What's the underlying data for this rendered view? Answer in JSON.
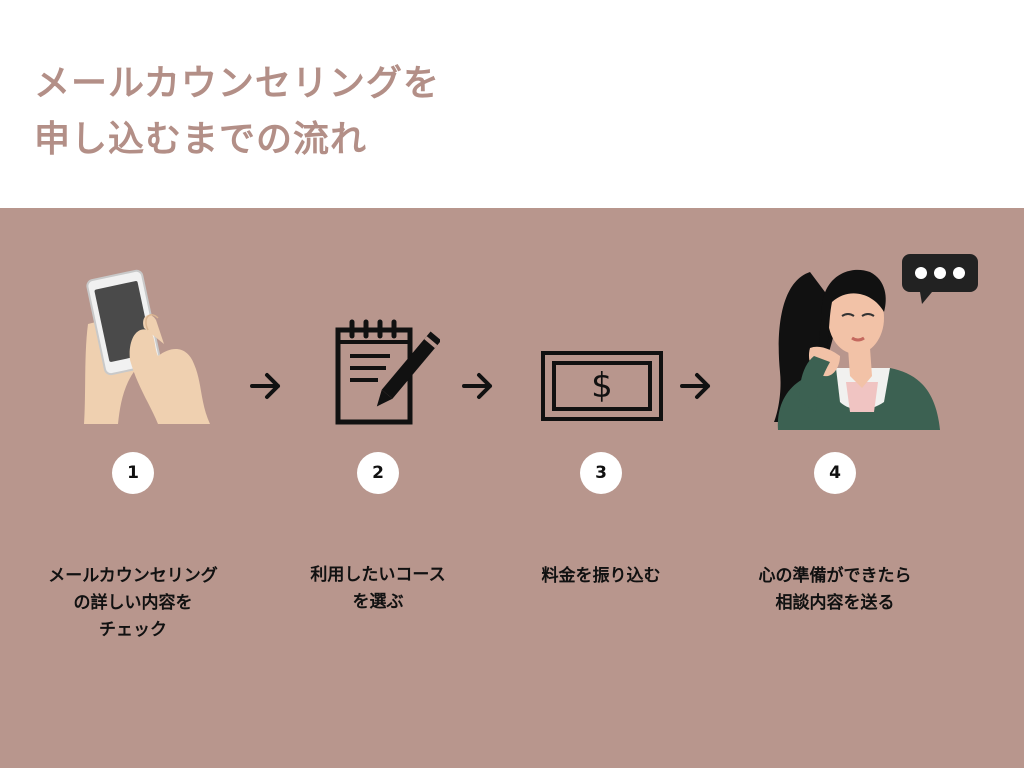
{
  "colors": {
    "title": "#b38f87",
    "panel": "#b8968d",
    "text": "#111111",
    "badge": "#ffffff"
  },
  "title": {
    "line1": "メールカウンセリングを",
    "line2": "申し込むまでの流れ"
  },
  "steps": [
    {
      "number": "1",
      "icon": "hand-smartphone-icon",
      "lines": [
        "メールカウンセリング",
        "の詳しい内容を",
        "チェック"
      ]
    },
    {
      "number": "2",
      "icon": "notepad-pencil-icon",
      "lines": [
        "利用したいコース",
        "を選ぶ"
      ]
    },
    {
      "number": "3",
      "icon": "dollar-bill-icon",
      "lines": [
        "料金を振り込む"
      ]
    },
    {
      "number": "4",
      "icon": "woman-speech-bubble-icon",
      "lines": [
        "心の準備ができたら",
        "相談内容を送る"
      ]
    }
  ],
  "arrows": [
    "arrow-right-icon",
    "arrow-right-icon",
    "arrow-right-icon"
  ]
}
